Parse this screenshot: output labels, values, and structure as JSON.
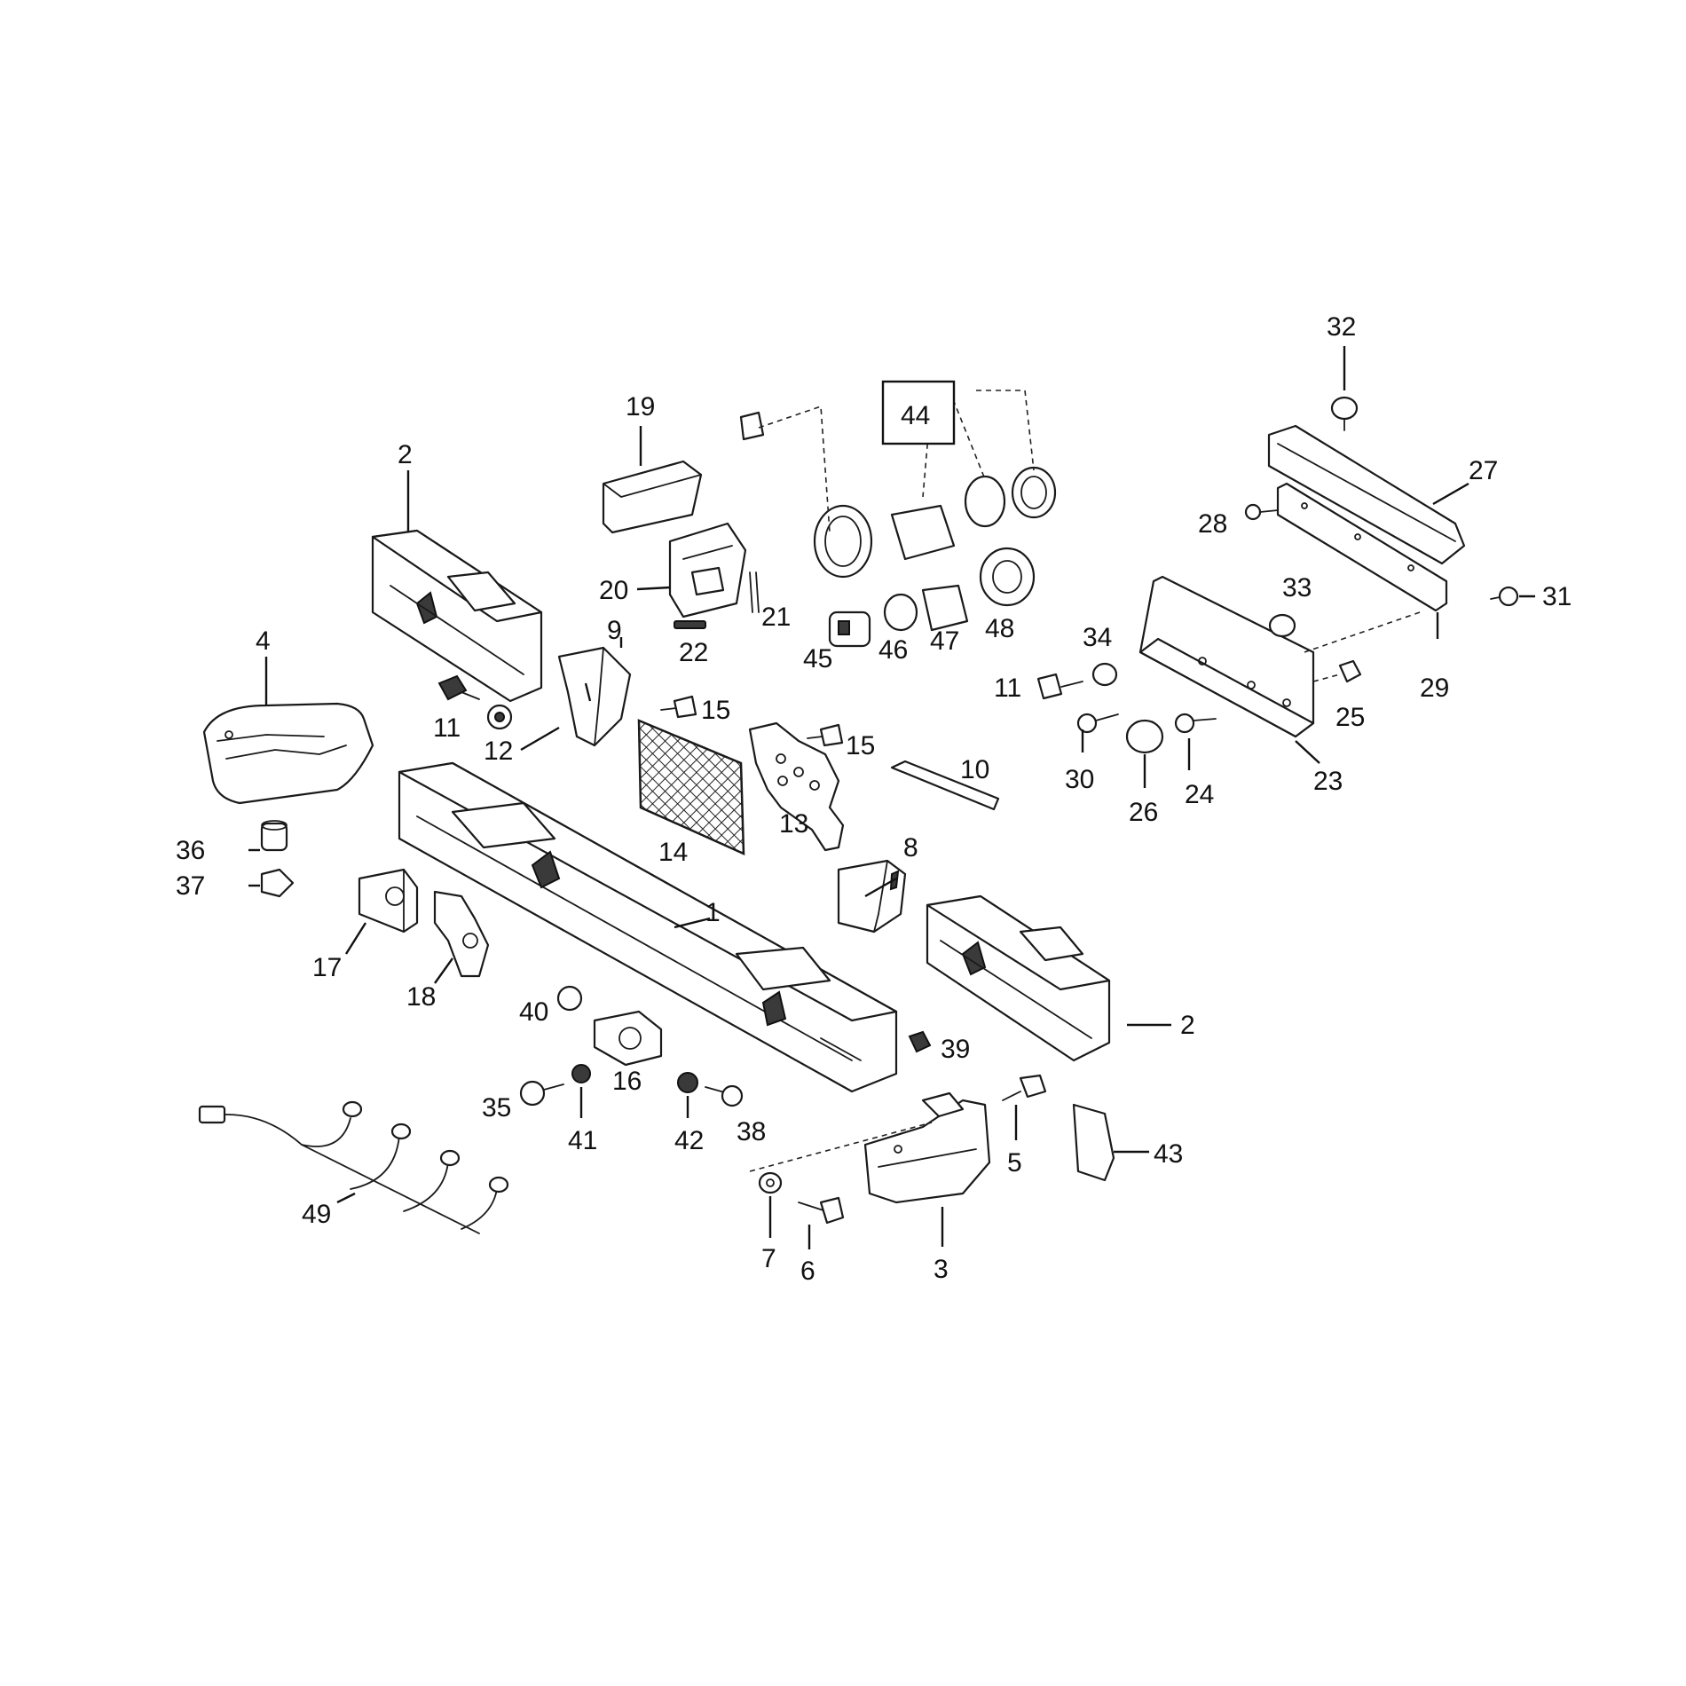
{
  "callouts": {
    "c1": "1",
    "c2a": "2",
    "c2b": "2",
    "c3": "3",
    "c4": "4",
    "c5": "5",
    "c6": "6",
    "c7": "7",
    "c8": "8",
    "c9": "9",
    "c10": "10",
    "c11a": "11",
    "c11b": "11",
    "c12": "12",
    "c13": "13",
    "c14": "14",
    "c15a": "15",
    "c15b": "15",
    "c16": "16",
    "c17": "17",
    "c18": "18",
    "c19": "19",
    "c20": "20",
    "c21": "21",
    "c22": "22",
    "c23": "23",
    "c24": "24",
    "c25": "25",
    "c26": "26",
    "c27": "27",
    "c28": "28",
    "c29": "29",
    "c30": "30",
    "c31": "31",
    "c32": "32",
    "c33": "33",
    "c34": "34",
    "c35": "35",
    "c36": "36",
    "c37": "37",
    "c38": "38",
    "c39": "39",
    "c40": "40",
    "c41": "41",
    "c42": "42",
    "c43": "43",
    "c44": "44",
    "c45": "45",
    "c46": "46",
    "c47": "47",
    "c48": "48",
    "c49": "49"
  }
}
